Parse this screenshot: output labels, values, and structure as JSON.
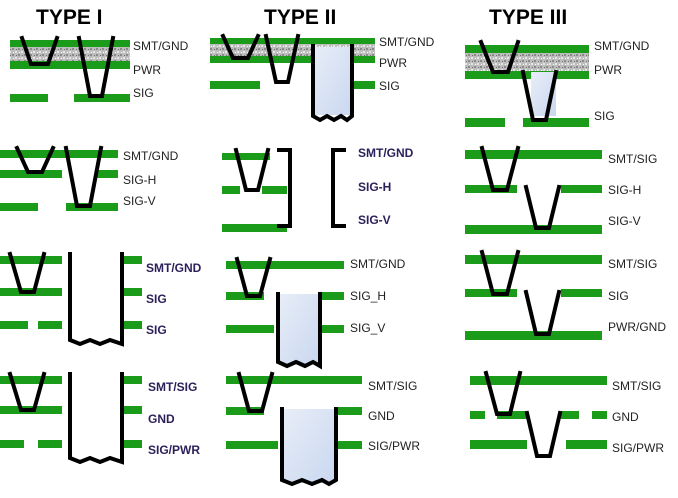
{
  "headers": [
    "TYPE I",
    "TYPE II",
    "TYPE III"
  ],
  "colors": {
    "copper": "#1a9c1a",
    "via": "#000000",
    "fill": "#d9e4f5",
    "dielectric": "#b3b3b3"
  },
  "cells": {
    "r1c1": [
      "SMT/GND",
      "PWR",
      "SIG"
    ],
    "r1c2": [
      "SMT/GND",
      "PWR",
      "SIG"
    ],
    "r1c3": [
      "SMT/GND",
      "PWR",
      "SIG"
    ],
    "r2c1": [
      "SMT/GND",
      "SIG-H",
      "SIG-V"
    ],
    "r2c2": [
      "SMT/GND",
      "SIG-H",
      "SIG-V"
    ],
    "r2c3": [
      "SMT/SIG",
      "SIG-H",
      "SIG-V"
    ],
    "r3c1": [
      "SMT/GND",
      "SIG",
      "SIG"
    ],
    "r3c2": [
      "SMT/GND",
      "SIG_H",
      "SIG_V"
    ],
    "r3c3": [
      "SMT/SIG",
      "SIG",
      "PWR/GND"
    ],
    "r4c1": [
      "SMT/SIG",
      "GND",
      "SIG/PWR"
    ],
    "r4c2": [
      "SMT/SIG",
      "GND",
      "SIG/PWR"
    ],
    "r4c3": [
      "SMT/SIG",
      "GND",
      "SIG/PWR"
    ]
  }
}
